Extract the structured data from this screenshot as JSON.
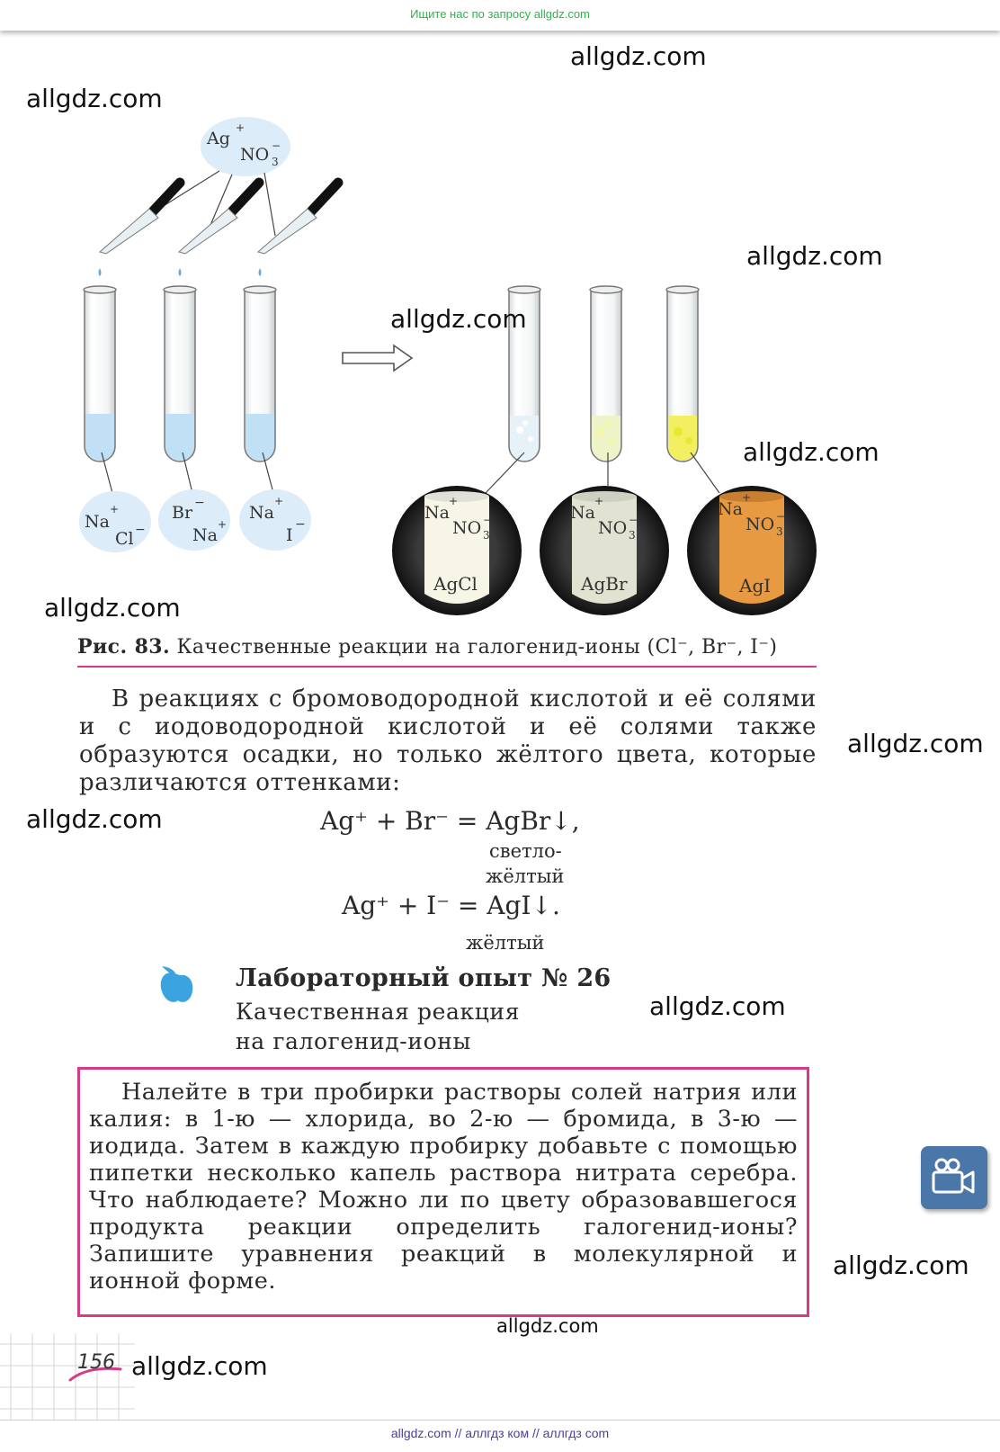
{
  "top_banner": "Ищите нас по запросу allgdz.com",
  "watermarks": [
    "allgdz.com",
    "allgdz.com",
    "allgdz.com",
    "allgdz.com",
    "allgdz.com",
    "allgdz.com",
    "allgdz.com",
    "allgdz.com",
    "allgdz.com",
    "allgdz.com",
    "allgdz.com",
    "allgdz.com"
  ],
  "figure": {
    "reagent_cation": "Ag",
    "reagent_anion": "NO",
    "left_labels": [
      {
        "a": "Na",
        "b": "Cl"
      },
      {
        "a": "Br",
        "b": "Na"
      },
      {
        "a": "Na",
        "b": "I"
      }
    ],
    "results": [
      {
        "cation": "Na",
        "anion": "NO",
        "precipitate": "AgCl"
      },
      {
        "cation": "Na",
        "anion": "NO",
        "precipitate": "AgBr"
      },
      {
        "cation": "Na",
        "anion": "NO",
        "precipitate": "AgI"
      }
    ]
  },
  "caption": {
    "label": "Рис. 83.",
    "text": "Качественные реакции на галогенид-ионы (Cl⁻, Br⁻, I⁻)"
  },
  "paragraph": "В реакциях с бромоводородной кислотой и её солями и с иодоводородной кислотой и её солями также образуются осадки, но только жёлтого цвета, которые различаются оттенками:",
  "equations": [
    {
      "text": "Ag⁺ + Br⁻ = AgBr↓,",
      "note_line1": "светло-",
      "note_line2": "жёлтый"
    },
    {
      "text": "Ag⁺ + I⁻ = AgI↓.",
      "note_line1": "жёлтый"
    }
  ],
  "lab": {
    "title": "Лабораторный опыт № 26",
    "subtitle_line1": "Качественная реакция",
    "subtitle_line2": "на галогенид-ионы"
  },
  "task": "Налейте в три пробирки растворы солей натрия или калия: в 1-ю — хлорида, во 2-ю — бромида, в 3-ю — иодида. Затем в каждую пробирку добавьте с помощью пипетки несколько капель раствора нитрата серебра. Что наблюдаете? Можно ли по цвету образовавшегося продукта реакции определить галогенид-ионы? Запишите уравнения реакций в молекулярной и ионной форме.",
  "page_number": "156",
  "footer": "allgdz.com  //  аллгдз ком  //  аллгдз com",
  "colors": {
    "accent_pink": "#d63a8a",
    "banner_green": "#2fb24a",
    "video_button": "#4a77a8",
    "solution_blue": "#bfe0f5",
    "ion_bubble": "#dcecf8"
  },
  "icons": [
    "apple-icon",
    "video-camera-icon",
    "arrow-right-icon"
  ]
}
